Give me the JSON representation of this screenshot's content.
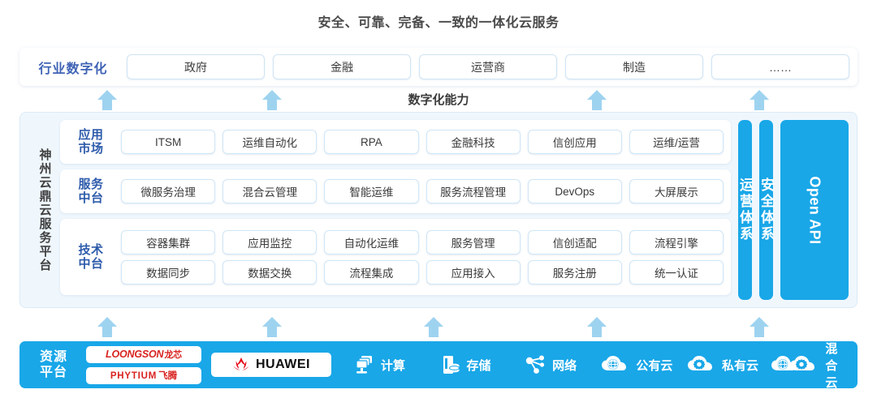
{
  "title": "安全、可靠、完备、一致的一体化云服务",
  "industry": {
    "label": "行业数字化",
    "cards": [
      "政府",
      "金融",
      "运营商",
      "制造",
      "……"
    ]
  },
  "capability_label": "数字化能力",
  "platform": {
    "side_label": "神州云鼎云服务平台",
    "rows": [
      {
        "label_line1": "应用",
        "label_line2": "市场",
        "lines": [
          [
            "ITSM",
            "运维自动化",
            "RPA",
            "金融科技",
            "信创应用",
            "运维/运营"
          ]
        ]
      },
      {
        "label_line1": "服务",
        "label_line2": "中台",
        "lines": [
          [
            "微服务治理",
            "混合云管理",
            "智能运维",
            "服务流程管理",
            "DevOps",
            "大屏展示"
          ]
        ]
      },
      {
        "label_line1": "技术",
        "label_line2": "中台",
        "lines": [
          [
            "容器集群",
            "应用监控",
            "自动化运维",
            "服务管理",
            "信创适配",
            "流程引擎"
          ],
          [
            "数据同步",
            "数据交换",
            "流程集成",
            "应用接入",
            "服务注册",
            "统一认证"
          ]
        ]
      }
    ],
    "vertical_bars": [
      {
        "text": "运营体系",
        "orientation": "cjk"
      },
      {
        "text": "安全体系",
        "orientation": "cjk"
      },
      {
        "text": "Open API",
        "orientation": "latin"
      }
    ]
  },
  "resource": {
    "label_line1": "资源",
    "label_line2": "平台",
    "logos": [
      {
        "name": "loongson",
        "latin": "LOONGSON",
        "cn": "龙芯"
      },
      {
        "name": "phytium",
        "latin": "PHYTIUM",
        "cn": "飞腾"
      },
      {
        "name": "huawei",
        "latin": "HUAWEI",
        "cn": ""
      }
    ],
    "items": [
      {
        "icon": "compute-icon",
        "label": "计算"
      },
      {
        "icon": "storage-icon",
        "label": "存储"
      },
      {
        "icon": "network-icon",
        "label": "网络"
      },
      {
        "icon": "public-cloud-icon",
        "label": "公有云"
      },
      {
        "icon": "private-cloud-icon",
        "label": "私有云"
      },
      {
        "icon": "hybrid-cloud-icon",
        "label": "混合云"
      }
    ]
  },
  "arrows": {
    "top_row": [
      132,
      335,
      735,
      935
    ],
    "bottom_row": [
      132,
      335,
      534,
      735,
      935
    ]
  },
  "colors": {
    "accent_blue": "#19a7e8",
    "arrow_blue": "#9ed3f0",
    "label_blue": "#2d5bab",
    "industry_label_blue": "#3f63b5",
    "panel_bg": "#eff7fd",
    "chip_border": "#cfe6f7",
    "logo_red": "#d9231f"
  }
}
